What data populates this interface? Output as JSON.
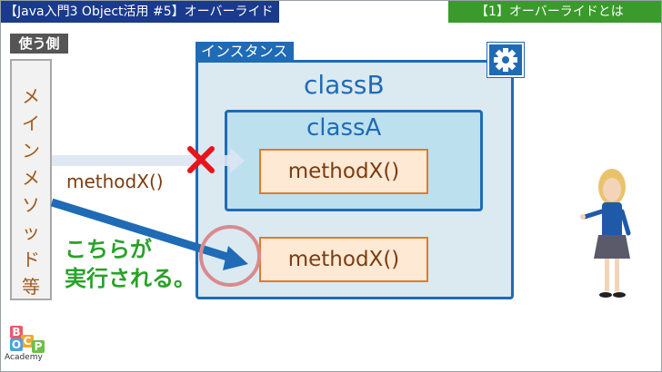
{
  "header": {
    "title": "【Java入門3 Object活用 #5】オーバーライド",
    "section": "【1】オーバーライドとは"
  },
  "user": {
    "label": "使う側",
    "box_text": [
      "メ",
      "イ",
      "ン",
      "メ",
      "ソ",
      "ッ",
      "ド",
      "等"
    ]
  },
  "instance": {
    "label": "インスタンス",
    "settings_icon": "gear-icon",
    "class_b": "classB",
    "class_a": "classA",
    "method_a": "methodX()",
    "method_b": "methodX()"
  },
  "call": {
    "label": "methodX()",
    "blocked_icon": "x-mark-icon"
  },
  "result": {
    "line1": "こちらが",
    "line2": "実行される。"
  },
  "logo": {
    "letters": [
      "B",
      "C",
      "O",
      "P"
    ],
    "text": "Academy"
  },
  "colors": {
    "title_bg": "#1a3a8c",
    "section_bg": "#3a9a2c",
    "instance_blue": "#1f6bb5",
    "method_orange": "#e07b2b",
    "result_green": "#2aa12a",
    "blocked_red": "#e8141b"
  }
}
